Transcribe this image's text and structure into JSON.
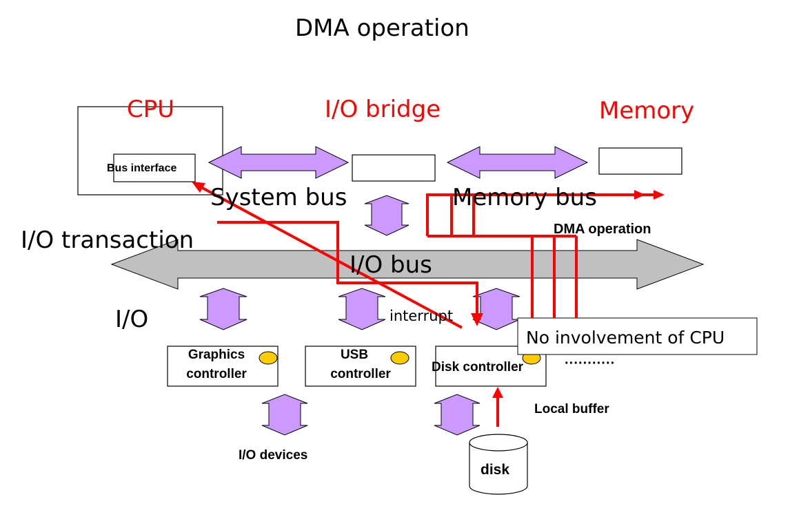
{
  "title": "DMA operation",
  "components": {
    "cpu": "CPU",
    "io_bridge": "I/O bridge",
    "memory": "Memory",
    "bus_interface": "Bus interface"
  },
  "buses": {
    "system_bus": "System bus",
    "memory_bus": "Memory bus",
    "io_bus": "I/O bus"
  },
  "labels": {
    "io_transaction": "I/O transaction",
    "io": "I/O",
    "interrupt": "interrupt",
    "dma_operation": "DMA operation",
    "no_involvement": "No involvement of CPU",
    "dots": "···········",
    "local_buffer": "Local buffer",
    "io_devices": "I/O devices",
    "disk": "disk"
  },
  "controllers": {
    "graphics": [
      "Graphics",
      "controller"
    ],
    "usb": [
      "USB",
      "controller"
    ],
    "disk": "Disk controller"
  },
  "colors": {
    "component_label": "#ff0000",
    "transfer_path": "#ff0000",
    "bus_arrow_fill": "#cc99ff",
    "io_bus_fill": "#c0c0c0",
    "controller_dot": "#ffcc00"
  }
}
